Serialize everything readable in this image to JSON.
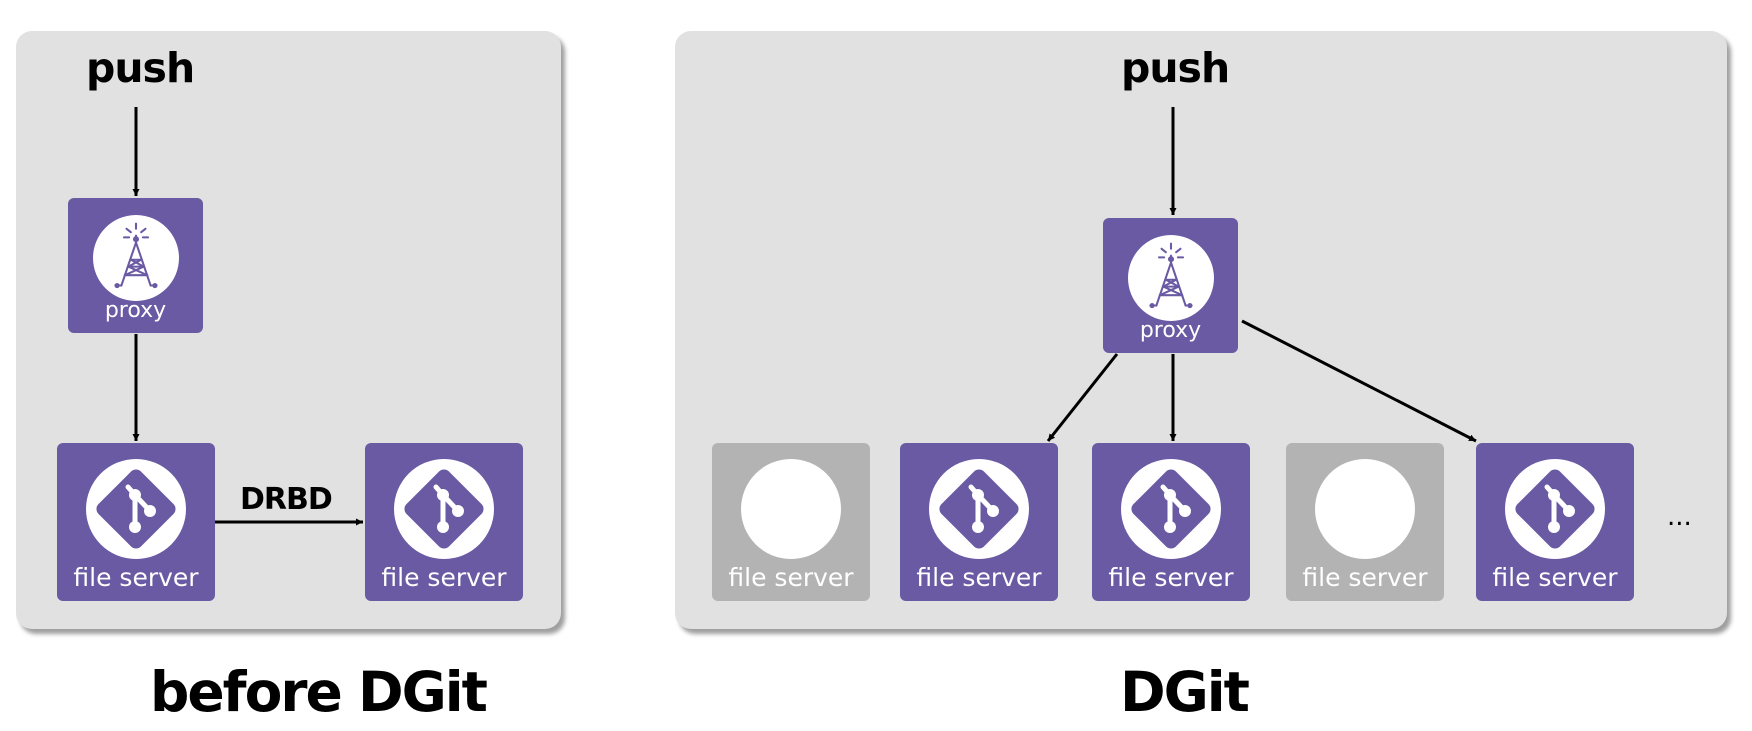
{
  "before": {
    "push_label": "push",
    "proxy_label": "proxy",
    "drbd_label": "DRBD",
    "file_server_labels": [
      "file server",
      "file server"
    ],
    "caption": "before DGit"
  },
  "dgit": {
    "push_label": "push",
    "proxy_label": "proxy",
    "file_servers": [
      {
        "label": "file server",
        "state": "inactive"
      },
      {
        "label": "file server",
        "state": "active"
      },
      {
        "label": "file server",
        "state": "active"
      },
      {
        "label": "file server",
        "state": "inactive"
      },
      {
        "label": "file server",
        "state": "active"
      }
    ],
    "ellipsis": "...",
    "caption": "DGit"
  },
  "colors": {
    "panel_bg": "#e1e1e1",
    "node_purple": "#6a59a3",
    "node_grey": "#b3b3b3",
    "arrow": "#000000"
  },
  "icons": {
    "proxy": "radio-tower-icon",
    "file_server": "git-logo-icon",
    "inactive_server": "empty-circle-icon"
  }
}
